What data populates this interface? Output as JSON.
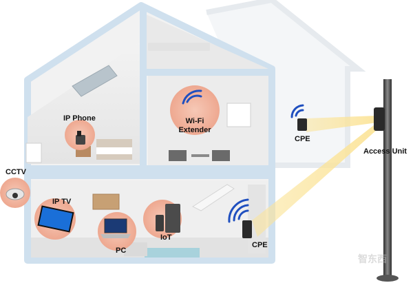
{
  "labels": {
    "ip_phone": "IP Phone",
    "wifi_extender_line1": "Wi-Fi",
    "wifi_extender_line2": "Extender",
    "cctv": "CCTV",
    "ip_tv": "IP TV",
    "pc": "PC",
    "iot": "IoT",
    "cpe_upper": "CPE",
    "cpe_lower": "CPE",
    "access_unit": "Access Unit"
  },
  "watermark": "智东西",
  "colors": {
    "house_frame": "#cfe0ee",
    "device_highlight": "#f2b8a8",
    "beam": "#fbe49a",
    "wifi_signal": "#1f4fbf",
    "pole": "#4a4a4a"
  },
  "icons": [
    "wifi-signal-icon",
    "ip-phone-icon",
    "cctv-camera-icon",
    "tv-icon",
    "laptop-icon",
    "fridge-icon",
    "cpe-antenna-icon",
    "access-unit-icon"
  ]
}
